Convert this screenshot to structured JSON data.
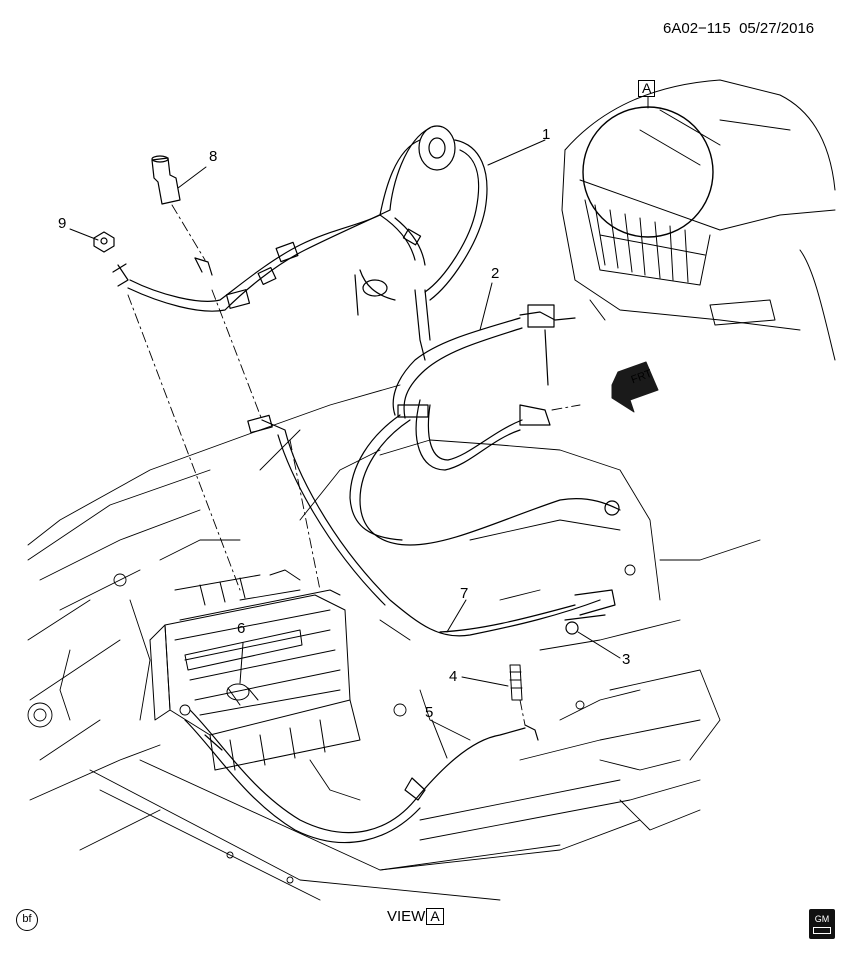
{
  "header": {
    "diagram_id": "6A02−115",
    "date": "05/27/2016"
  },
  "callouts": [
    {
      "id": "1",
      "label": "1"
    },
    {
      "id": "2",
      "label": "2"
    },
    {
      "id": "3",
      "label": "3"
    },
    {
      "id": "4",
      "label": "4"
    },
    {
      "id": "5",
      "label": "5"
    },
    {
      "id": "6",
      "label": "6"
    },
    {
      "id": "7",
      "label": "7"
    },
    {
      "id": "8",
      "label": "8"
    },
    {
      "id": "9",
      "label": "9"
    }
  ],
  "view_reference": {
    "box_label": "A",
    "view_word": "VIEW",
    "view_letter": "A"
  },
  "direction_arrow": {
    "text": "FRT"
  },
  "footer": {
    "revision_mark": "bf",
    "logo_text": "GM"
  },
  "colors": {
    "ink": "#000000",
    "background": "#ffffff",
    "arrow_fill": "#1a1a1a"
  }
}
